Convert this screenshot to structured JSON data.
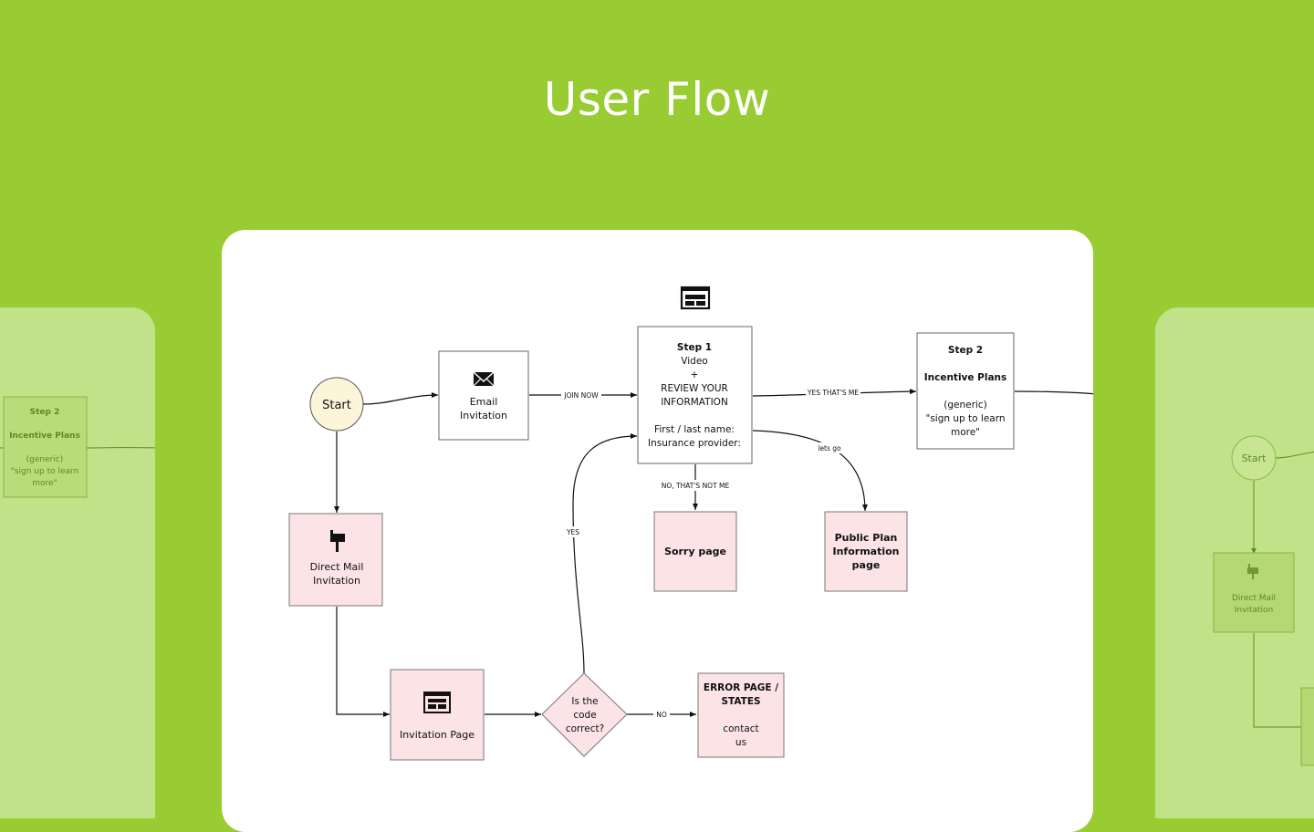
{
  "header": {
    "title": "User Flow"
  },
  "flow": {
    "start": "Start",
    "email_invitation": [
      "Email",
      "Invitation"
    ],
    "step1": [
      "Step 1",
      "Video",
      "+",
      "REVIEW YOUR",
      "INFORMATION",
      "",
      "First / last name:",
      "Insurance provider:"
    ],
    "step2": [
      "Step 2",
      "",
      "Incentive Plans",
      "",
      "(generic)",
      "\"sign up to learn",
      "more\""
    ],
    "direct_mail": [
      "Direct Mail",
      "Invitation"
    ],
    "invitation_page": "Invitation Page",
    "decision": [
      "Is the",
      "code",
      "correct?"
    ],
    "error_page": [
      "ERROR PAGE /",
      "STATES",
      "",
      "contact",
      "us"
    ],
    "sorry_page": "Sorry page",
    "public_plan": [
      "Public Plan",
      "Information",
      "page"
    ],
    "labels": {
      "join_now": "JOIN NOW",
      "yes_thats_me": "YES THAT'S ME",
      "no_thats_not_me": "NO, THAT'S NOT ME",
      "lets_go": "lets go",
      "yes": "YES",
      "no": "NO"
    }
  },
  "left_preview": {
    "step2": [
      "Step 2",
      "",
      "Incentive Plans",
      "",
      "(generic)",
      "\"sign up to learn",
      "more\""
    ]
  },
  "right_preview": {
    "start": "Start",
    "direct_mail": [
      "Direct Mail",
      "Invitation"
    ]
  },
  "colors": {
    "background": "#99cc33",
    "side_card": "#c2e28a",
    "card": "#ffffff",
    "pink_node": "#fbe3e6",
    "start_node": "#fdf5da"
  }
}
